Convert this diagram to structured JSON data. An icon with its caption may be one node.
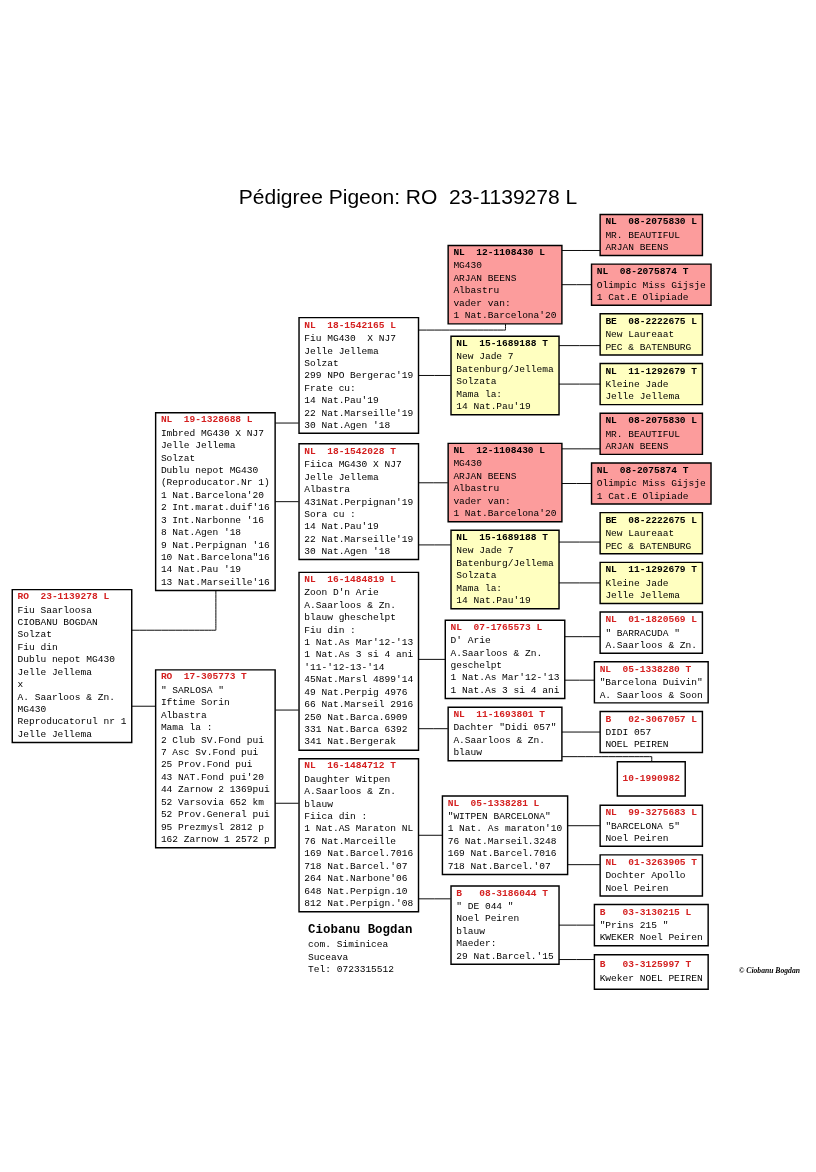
{
  "diagram": {
    "title": "Pédigree Pigeon: RO  23-1139278 L",
    "nodes": [
      {
        "text": [
          "RO  23-1139278 L",
          "Fiu Saarloosa",
          "CIOBANU BOGDAN",
          "Solzat",
          "Fiu din",
          "Dublu nepot MG430",
          "Jelle Jellema",
          "x",
          "A. Saarloos & Zn.",
          "MG430",
          "Reproducatorul nr 1",
          "Jelle Jellema"
        ]
      },
      {
        "text": [
          "NL  19-1328688 L",
          "Imbred MG430 X NJ7",
          "Jelle Jellema",
          "Solzat",
          "Dublu nepot MG430",
          "(Reproducator.Nr 1)",
          "1 Nat.Barcelona'20",
          "2 Int.marat.duif'16",
          "3 Int.Narbonne '16",
          "8 Nat.Agen '18",
          "9 Nat.Perpignan '16",
          "10 Nat.Barcelona\"16",
          "14 Nat.Pau '19",
          "13 Nat.Marseille'16"
        ]
      },
      {
        "text": [
          "RO  17-305773 T",
          "\" SARLOSA \"",
          "Iftime Sorin",
          "Albastra",
          "Mama la :",
          "2 Club SV.Fond pui",
          "7 Asc Sv.Fond pui",
          "25 Prov.Fond pui",
          "43 NAT.Fond pui'20",
          "44 Zarnow 2 1369pui",
          "52 Varsovia 652 km",
          "52 Prov.General pui",
          "95 Prezmysl 2812 p",
          "162 Zarnow 1 2572 p"
        ]
      },
      {
        "text": [
          "NL  18-1542165 L",
          "Fiu MG430  X NJ7",
          "Jelle Jellema",
          "Solzat",
          "299 NPO Bergerac'19",
          "Frate cu:",
          "14 Nat.Pau'19",
          "22 Nat.Marseille'19",
          "30 Nat.Agen '18"
        ]
      },
      {
        "text": [
          "NL  18-1542028 T",
          "Fiica MG430 X NJ7",
          "Jelle Jellema",
          "Albastra",
          "431Nat.Perpignan'19",
          "Sora cu :",
          "14 Nat.Pau'19",
          "22 Nat.Marseille'19",
          "30 Nat.Agen '18"
        ]
      },
      {
        "text": [
          "NL  16-1484819 L",
          "Zoon D'n Arie",
          "A.Saarloos & Zn.",
          "blauw gheschelpt",
          "Fiu din :",
          "1 Nat.As Mar'12-'13",
          "1 Nat.As 3 si 4 ani",
          "'11-'12-13-'14",
          "45Nat.Marsl 4899'14",
          "49 Nat.Perpig 4976",
          "66 Nat.Marseil 2916",
          "250 Nat.Barca.6909",
          "331 Nat.Barca 6392",
          "341 Nat.Bergerak"
        ]
      },
      {
        "text": [
          "NL  16-1484712 T",
          "Daughter Witpen",
          "A.Saarloos & Zn.",
          "blauw",
          "Fiica din :",
          "1 Nat.AS Maraton NL",
          "76 Nat.Marceille",
          "169 Nat.Barcel.7016",
          "718 Nat.Barcel.'07",
          "264 Nat.Narbone'06",
          "648 Nat.Perpign.10",
          "812 Nat.Perpign.'08"
        ]
      },
      {
        "text": [
          "NL  12-1108430 L",
          "MG430",
          "ARJAN BEENS",
          "Albastru",
          "vader van:",
          "1 Nat.Barcelona'20"
        ]
      },
      {
        "text": [
          "NL  15-1689188 T",
          "New Jade 7",
          "Batenburg/Jellema",
          "Solzata",
          "Mama la:",
          "14 Nat.Pau'19"
        ]
      },
      {
        "text": [
          "NL  12-1108430 L",
          "MG430",
          "ARJAN BEENS",
          "Albastru",
          "vader van:",
          "1 Nat.Barcelona'20"
        ]
      },
      {
        "text": [
          "NL  15-1689188 T",
          "New Jade 7",
          "Batenburg/Jellema",
          "Solzata",
          "Mama la:",
          "14 Nat.Pau'19"
        ]
      },
      {
        "text": [
          "NL  07-1765573 L",
          "D' Arie",
          "A.Saarloos & Zn.",
          "geschelpt",
          "1 Nat.As Mar'12-'13",
          "1 Nat.As 3 si 4 ani"
        ]
      },
      {
        "text": [
          "NL  11-1693801 T",
          "Dachter \"Didi 057\"",
          "A.Saarloos & Zn.",
          "blauw"
        ]
      },
      {
        "text": [
          "NL  05-1338281 L",
          "\"WITPEN BARCELONA\"",
          "1 Nat. As maraton'10",
          "76 Nat.Marseil.3248",
          "169 Nat.Barcel.7016",
          "718 Nat.Barcel.'07"
        ]
      },
      {
        "text": [
          "B   08-3186044 T",
          "\" DE 044 \"",
          "Noel Peiren",
          "blauw",
          "Maeder:",
          "29 Nat.Barcel.'15"
        ]
      },
      {
        "text": [
          "NL  08-2075830 L",
          "MR. BEAUTIFUL",
          "ARJAN BEENS"
        ]
      },
      {
        "text": [
          "NL  08-2075874 T",
          "Olimpic Miss Gijsje",
          "1 Cat.E Olipiade"
        ]
      },
      {
        "text": [
          "BE  08-2222675 L",
          "New Laureaat",
          "PEC & BATENBURG"
        ]
      },
      {
        "text": [
          "NL  11-1292679 T",
          "Kleine Jade",
          "Jelle Jellema"
        ]
      },
      {
        "text": [
          "NL  08-2075830 L",
          "MR. BEAUTIFUL",
          "ARJAN BEENS"
        ]
      },
      {
        "text": [
          "NL  08-2075874 T",
          "Olimpic Miss Gijsje",
          "1 Cat.E Olipiade"
        ]
      },
      {
        "text": [
          "BE  08-2222675 L",
          "New Laureaat",
          "PEC & BATENBURG"
        ]
      },
      {
        "text": [
          "NL  11-1292679 T",
          "Kleine Jade",
          "Jelle Jellema"
        ]
      },
      {
        "text": [
          "NL  01-1820569 L",
          "\" BARRACUDA \"",
          "A.Saarloos & Zn."
        ]
      },
      {
        "text": [
          "NL  05-1338280 T",
          "\"Barcelona Duivin\"",
          "A. Saarloos & Soon"
        ]
      },
      {
        "text": [
          "B   02-3067057 L",
          "DIDI 057",
          "NOEL PEIREN"
        ]
      },
      {
        "text": [
          "10-1990982"
        ]
      },
      {
        "text": [
          "NL  99-3275683 L",
          "\"BARCELONA 5\"",
          "Noel Peiren"
        ]
      },
      {
        "text": [
          "NL  01-3263905 T",
          "Dochter Apollo",
          "Noel Peiren"
        ]
      },
      {
        "text": [
          "B   03-3130215 L",
          "\"Prins 215 \"",
          "KWEKER Noel Peiren"
        ]
      },
      {
        "text": [
          "B   03-3125997 T",
          "Kweker NOEL PEIREN"
        ]
      }
    ],
    "edges": [
      {
        "from": 0,
        "to": 1,
        "arrow": "none"
      },
      {
        "from": 0,
        "to": 2,
        "arrow": "none"
      },
      {
        "from": 1,
        "to": 3,
        "arrow": "none"
      },
      {
        "from": 1,
        "to": 4,
        "arrow": "none"
      },
      {
        "from": 2,
        "to": 5,
        "arrow": "none"
      },
      {
        "from": 2,
        "to": 6,
        "arrow": "none"
      },
      {
        "from": 3,
        "to": 7,
        "arrow": "none"
      },
      {
        "from": 3,
        "to": 8,
        "arrow": "none"
      },
      {
        "from": 4,
        "to": 9,
        "arrow": "none"
      },
      {
        "from": 4,
        "to": 10,
        "arrow": "none"
      },
      {
        "from": 5,
        "to": 11,
        "arrow": "none"
      },
      {
        "from": 5,
        "to": 12,
        "arrow": "none"
      },
      {
        "from": 6,
        "to": 13,
        "arrow": "none"
      },
      {
        "from": 6,
        "to": 14,
        "arrow": "none"
      },
      {
        "from": 7,
        "to": 15,
        "arrow": "none"
      },
      {
        "from": 7,
        "to": 16,
        "arrow": "none"
      },
      {
        "from": 8,
        "to": 17,
        "arrow": "none"
      },
      {
        "from": 8,
        "to": 18,
        "arrow": "none"
      },
      {
        "from": 9,
        "to": 19,
        "arrow": "none"
      },
      {
        "from": 9,
        "to": 20,
        "arrow": "none"
      },
      {
        "from": 10,
        "to": 21,
        "arrow": "none"
      },
      {
        "from": 10,
        "to": 22,
        "arrow": "none"
      },
      {
        "from": 11,
        "to": 23,
        "arrow": "none"
      },
      {
        "from": 11,
        "to": 24,
        "arrow": "none"
      },
      {
        "from": 12,
        "to": 25,
        "arrow": "none"
      },
      {
        "from": 12,
        "to": 26,
        "arrow": "none"
      },
      {
        "from": 13,
        "to": 27,
        "arrow": "none"
      },
      {
        "from": 13,
        "to": 28,
        "arrow": "none"
      },
      {
        "from": 14,
        "to": 29,
        "arrow": "none"
      },
      {
        "from": 14,
        "to": 30,
        "arrow": "none"
      }
    ],
    "labels": [
      "Ciobanu Bogdan",
      "com. Siminicea",
      "Suceava",
      "Tel: 0723315512",
      "© Ciobanu Bogdan"
    ]
  }
}
